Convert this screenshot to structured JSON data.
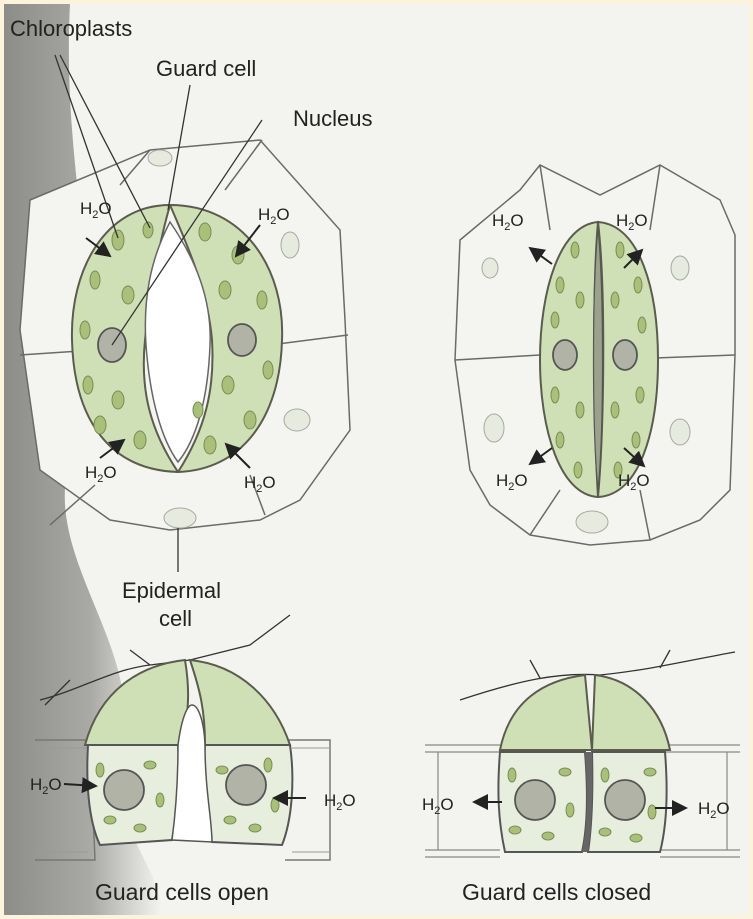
{
  "labels": {
    "chloroplasts": "Chloroplasts",
    "guard_cell": "Guard cell",
    "nucleus": "Nucleus",
    "epidermal_line1": "Epidermal",
    "epidermal_line2": "cell",
    "caption_open": "Guard cells open",
    "caption_closed": "Guard cells closed",
    "water_h": "H",
    "water_sub": "2",
    "water_o": "O"
  },
  "colors": {
    "background": "#fbf3dc",
    "guard_cell_fill": "#cfe0b6",
    "chloroplast": "#a9c07a",
    "shade_band": "#9a9a96"
  }
}
